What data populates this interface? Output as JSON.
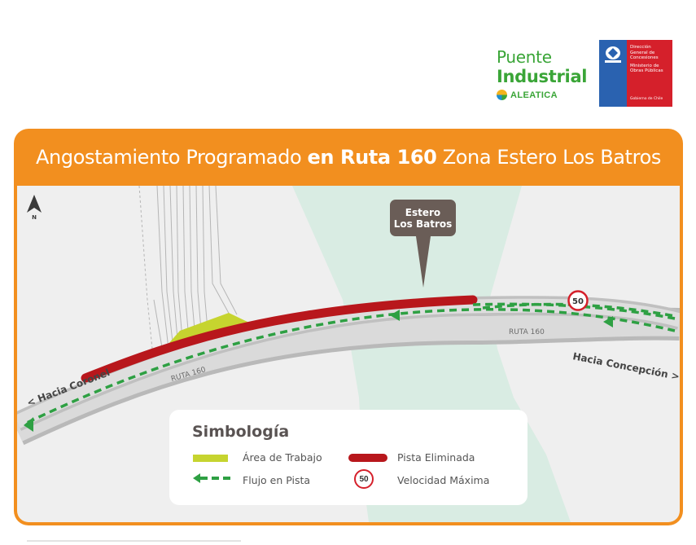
{
  "logos": {
    "puente_industrial": {
      "line1": "Puente",
      "line2": "Industrial",
      "sub": "ALEATICA"
    },
    "gobierno": {
      "lines": [
        "Dirección",
        "General de",
        "Concesiones",
        "Ministerio de",
        "Obras Públicas"
      ],
      "footer": "Gobierno de Chile"
    }
  },
  "title": {
    "part1": "Angostamiento Programado ",
    "bold": "en Ruta 160",
    "part2": " Zona Estero Los Batros"
  },
  "map": {
    "north_label": "N",
    "callout": {
      "line1": "Estero",
      "line2": "Los Batros"
    },
    "road_labels": {
      "ruta_left": "RUTA 160",
      "ruta_right": "RUTA 160"
    },
    "directions": {
      "left": "< Hacia Coronel",
      "right": "Hacia Concepción >"
    },
    "speed_sign": "50"
  },
  "legend": {
    "title": "Simbología",
    "items": {
      "work_area": "Área de Trabajo",
      "removed_lane": "Pista Eliminada",
      "lane_flow": "Flujo en Pista",
      "max_speed": "Velocidad Máxima"
    },
    "speed_value": "50"
  },
  "colors": {
    "orange": "#f28f1f",
    "work_area": "#c6d42f",
    "removed_lane": "#b8171c",
    "flow": "#2ea043",
    "estuary": "#d9ece3"
  }
}
